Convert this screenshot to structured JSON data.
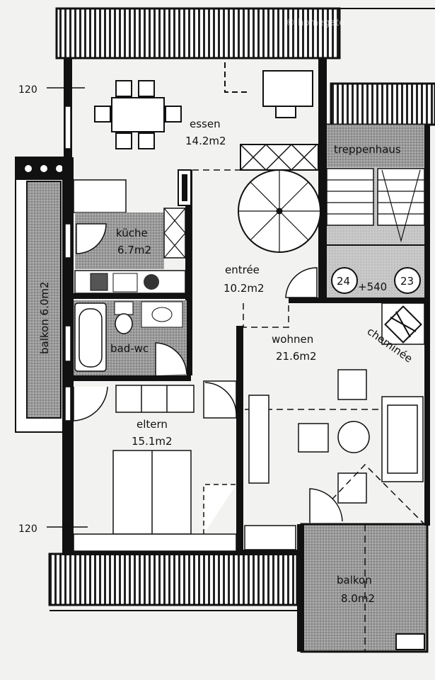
{
  "watermark": "© homegate",
  "rooms": {
    "essen": {
      "name": "essen",
      "area": "14.2m2"
    },
    "treppenhaus": {
      "name": "treppenhaus"
    },
    "kueche": {
      "name": "küche",
      "area": "6.7m2"
    },
    "entree": {
      "name": "entrée",
      "area": "10.2m2"
    },
    "bad": {
      "name": "bad-wc"
    },
    "wohnen": {
      "name": "wohnen",
      "area": "21.6m2"
    },
    "cheminee": {
      "name": "cheminée"
    },
    "eltern": {
      "name": "eltern",
      "area": "15.1m2"
    },
    "balkon_west": {
      "name": "balkon 6.0m2"
    },
    "balkon_east": {
      "name": "balkon",
      "area": "8.0m2"
    }
  },
  "level": "+540",
  "unit_numbers": [
    "24",
    "23"
  ],
  "dimensions": [
    "120",
    "120"
  ],
  "colors": {
    "wall": "#111111",
    "balcony_fill": "#8f8f8f",
    "hatch": "#bdbdbd",
    "paper": "#f2f2f0"
  }
}
